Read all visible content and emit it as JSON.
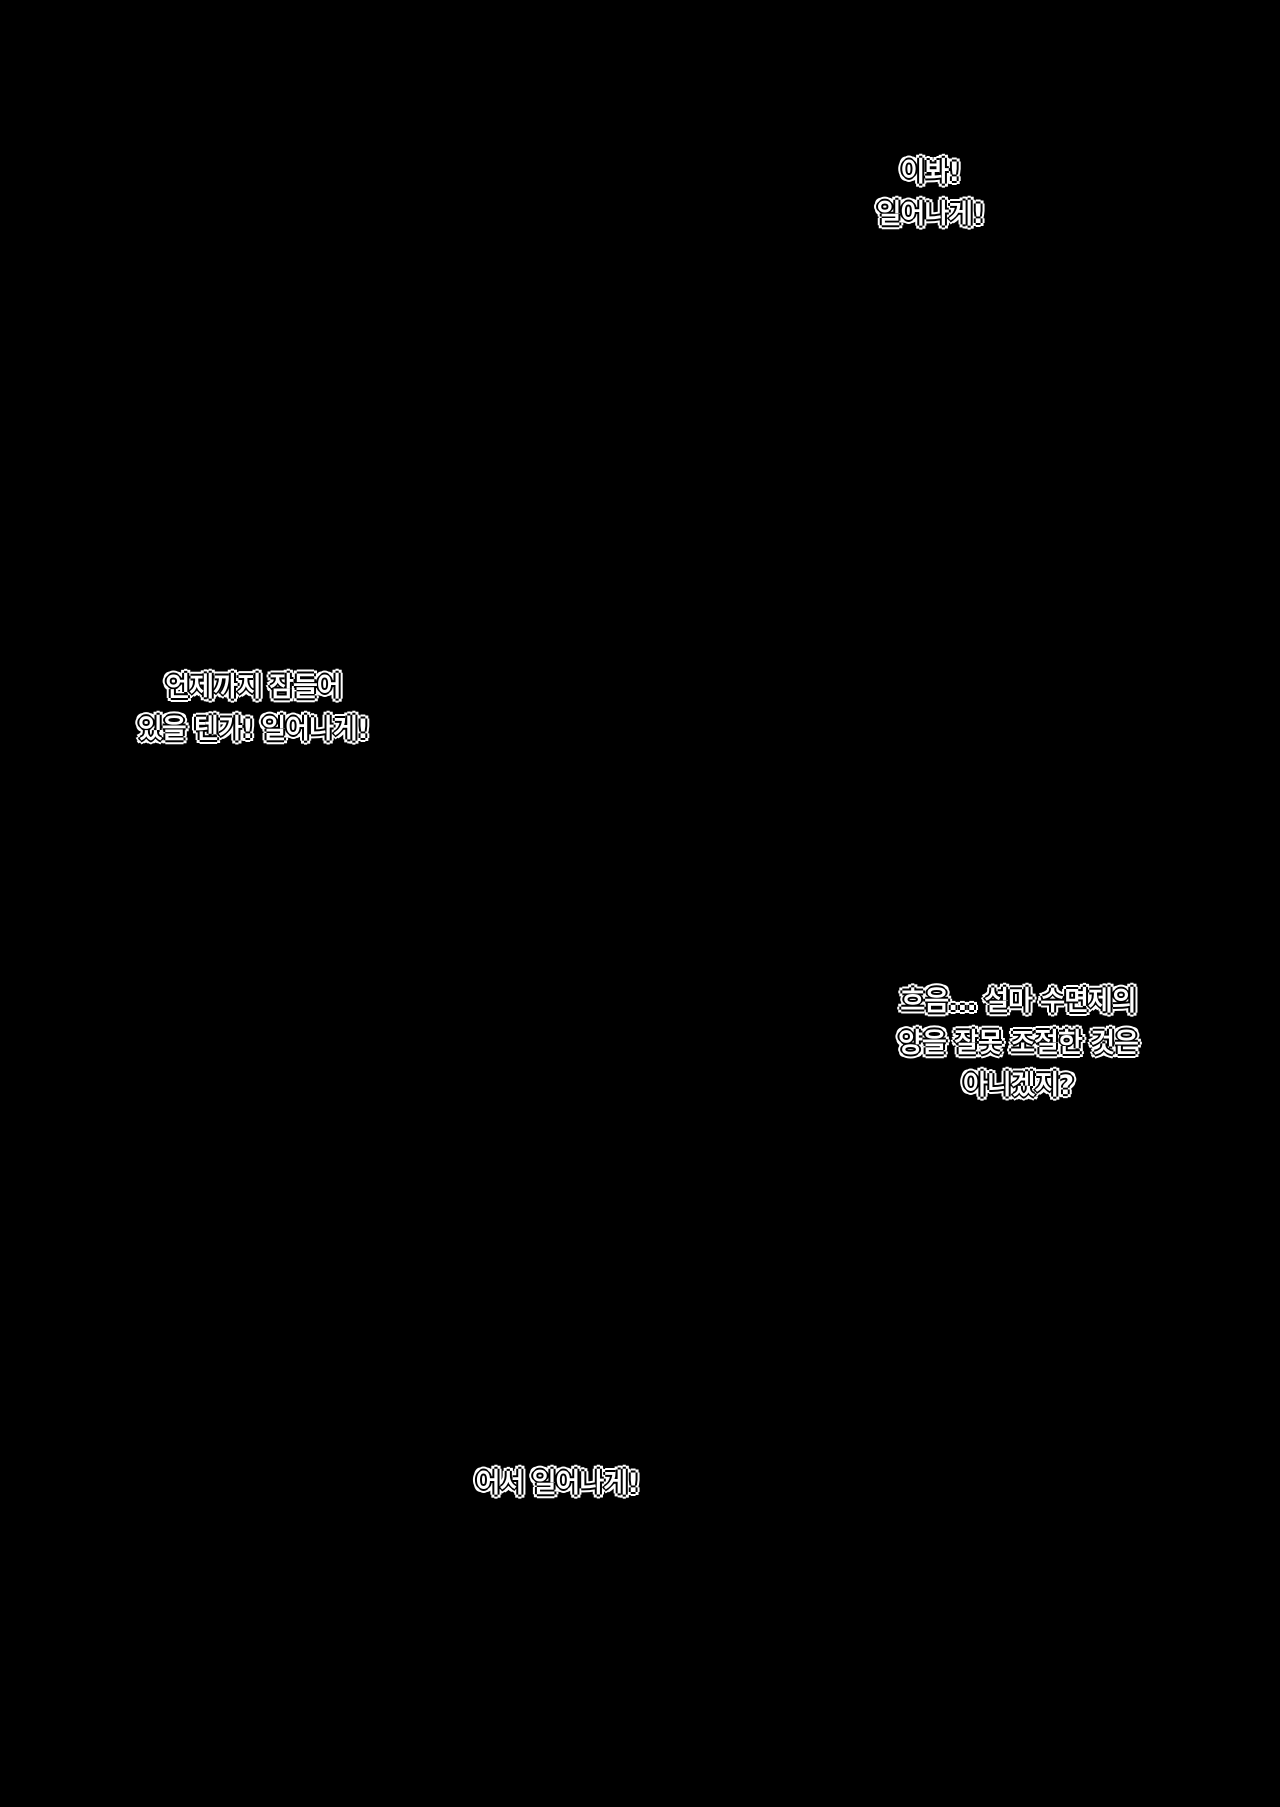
{
  "dialogue": [
    {
      "lines": [
        "이봐!",
        "일어나게!"
      ]
    },
    {
      "lines": [
        "언제까지 잠들어",
        "있을 텐가! 일어나게!"
      ]
    },
    {
      "lines": [
        "흐음... 설마 수면제의",
        "양을 잘못 조절한 것은",
        "아니겠지?"
      ]
    },
    {
      "lines": [
        "어서 일어나게!"
      ]
    }
  ]
}
